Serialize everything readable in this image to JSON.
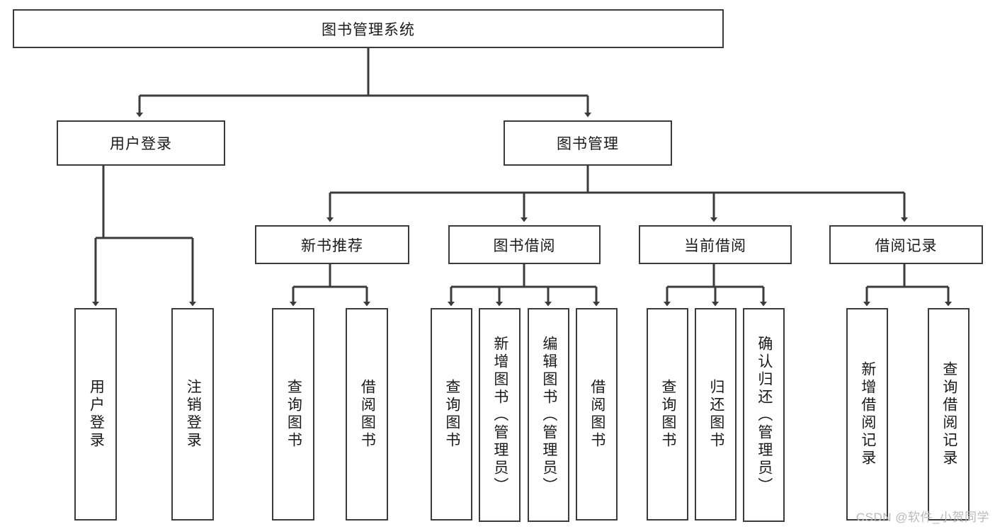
{
  "diagram": {
    "title": "图书管理系统",
    "watermark": "CSDN @软件_小贺同学",
    "line_color": "#3b3b3b",
    "box_fill": "#ffffff",
    "text_color": "#1a1a1a",
    "watermark_color": "#b9b9b9",
    "root": {
      "label": "图书管理系统"
    },
    "level2": [
      {
        "label": "用户登录"
      },
      {
        "label": "图书管理"
      }
    ],
    "level3": [
      {
        "label": "新书推荐"
      },
      {
        "label": "图书借阅"
      },
      {
        "label": "当前借阅"
      },
      {
        "label": "借阅记录"
      }
    ],
    "leaves": {
      "user_login": [
        {
          "label": "用户登录"
        },
        {
          "label": "注销登录"
        }
      ],
      "new_book_recommend": [
        {
          "label": "查询图书"
        },
        {
          "label": "借阅图书"
        }
      ],
      "book_borrow": [
        {
          "label": "查询图书"
        },
        {
          "label": "新增图书（管理员）"
        },
        {
          "label": "编辑图书（管理员）"
        },
        {
          "label": "借阅图书"
        }
      ],
      "current_borrow": [
        {
          "label": "查询图书"
        },
        {
          "label": "归还图书"
        },
        {
          "label": "确认归还（管理员）"
        }
      ],
      "borrow_record": [
        {
          "label": "新增借阅记录"
        },
        {
          "label": "查询借阅记录"
        }
      ]
    }
  }
}
